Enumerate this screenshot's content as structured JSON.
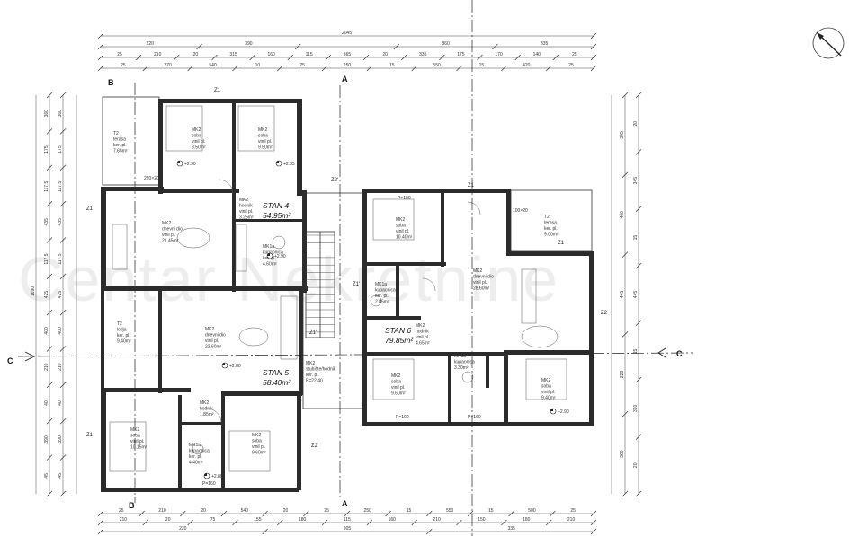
{
  "watermark": "Centar Nekretnine",
  "section_axes": {
    "a": "A",
    "b": "B",
    "c": "C"
  },
  "top_dims": {
    "overall": "2045",
    "row1": [
      "220",
      "390",
      "",
      "860",
      "335"
    ],
    "row2": [
      "25",
      "210",
      "20",
      "315",
      "160",
      "115",
      "365",
      "20",
      "335",
      "175",
      "170",
      "140",
      "25"
    ],
    "row3": [
      "25",
      "270",
      "540",
      "10",
      "25",
      "250",
      "15",
      "550",
      "15",
      "420",
      "25"
    ]
  },
  "bottom_dims": {
    "row1": [
      "25",
      "210",
      "20",
      "540",
      "20",
      "25",
      "250",
      "15",
      "550",
      "15",
      "500",
      "25"
    ],
    "row2": [
      "210",
      "20",
      "75",
      "155",
      "180",
      "115",
      "160",
      "210",
      "150",
      "180",
      "210"
    ],
    "row3": [
      "220",
      "905",
      "335"
    ]
  },
  "left_dims": {
    "row1": [
      "360",
      "175",
      "117.5",
      "435",
      "117.5",
      "425",
      "400",
      "210",
      "40",
      "390",
      "45"
    ],
    "overall": "1690"
  },
  "right_dims": {
    "row1": [
      "345",
      "400",
      "445",
      "220",
      "360"
    ],
    "row2": [
      "20",
      "345",
      "15",
      "445",
      "15",
      "360",
      "20"
    ]
  },
  "zones": [
    "Z1",
    "Z2",
    "Z2'",
    "Z1'"
  ],
  "rooms": [
    {
      "key": "t2_tl",
      "lines": [
        "T2",
        "terasa",
        "ker. pl.",
        "7.65m²"
      ]
    },
    {
      "key": "soba_tl",
      "lines": [
        "MK2",
        "soba",
        "vinil pl.",
        "8.50m²"
      ]
    },
    {
      "key": "soba_tm",
      "lines": [
        "MK2",
        "soba",
        "vinil pl.",
        "9.50m²"
      ]
    },
    {
      "key": "dnevni_4",
      "lines": [
        "MK2",
        "dnevni dio",
        "vinil pl.",
        "21.45m²"
      ]
    },
    {
      "key": "hodnik_4",
      "lines": [
        "MK2",
        "hodnik",
        "vinil pl.",
        "3.25m²"
      ]
    },
    {
      "key": "kupaonica_4",
      "lines": [
        "MK1a",
        "kupaonica",
        "ker. pl.",
        "4.60m²"
      ]
    },
    {
      "key": "lodja_5",
      "lines": [
        "T2",
        "lodja",
        "ker. pl.",
        "9.40m²"
      ]
    },
    {
      "key": "dnevni_5",
      "lines": [
        "MK2",
        "dnevni dio",
        "vinil pl.",
        "22.60m²"
      ]
    },
    {
      "key": "hodnik_5",
      "lines": [
        "MK2",
        "hodnik",
        "1.85m²"
      ]
    },
    {
      "key": "soba_bl",
      "lines": [
        "MK2",
        "soba",
        "vinil pl.",
        "10.15m²"
      ]
    },
    {
      "key": "kupaonica_5",
      "lines": [
        "MK1a",
        "kupaonica",
        "ker. pl.",
        "4.40m²"
      ]
    },
    {
      "key": "soba_bm",
      "lines": [
        "MK2",
        "soba",
        "vinil pl.",
        "9.60m²"
      ]
    },
    {
      "key": "stubiste",
      "lines": [
        "MK2",
        "stubište/hodnik",
        "ker. pl.",
        "P=22.40"
      ]
    },
    {
      "key": "soba_r1",
      "lines": [
        "MK2",
        "soba",
        "vinil pl.",
        "10.40m²"
      ]
    },
    {
      "key": "terasa_r",
      "lines": [
        "T2",
        "terasa",
        "ker. pl.",
        "9.00m²"
      ]
    },
    {
      "key": "kupaonica_6",
      "lines": [
        "MK1a",
        "kupaonica",
        "ker. pl.",
        "2.85m²"
      ]
    },
    {
      "key": "dnevni_6",
      "lines": [
        "MK2",
        "dnevni dio",
        "vinil pl.",
        "28.60m²"
      ]
    },
    {
      "key": "hodnik_6",
      "lines": [
        "MK2",
        "hodnik",
        "vinil pl.",
        "4.65m²"
      ]
    },
    {
      "key": "soba_r2",
      "lines": [
        "MK2",
        "soba",
        "vinil pl.",
        "9.60m²"
      ]
    },
    {
      "key": "kupaonica_6b",
      "lines": [
        "MK1a",
        "kupaonica",
        "3.30m²"
      ]
    },
    {
      "key": "soba_r3",
      "lines": [
        "MK2",
        "soba",
        "vinil pl.",
        "9.40m²"
      ]
    }
  ],
  "units": [
    {
      "key": "stan4",
      "name": "STAN 4",
      "area": "54.95m²"
    },
    {
      "key": "stan5",
      "name": "STAN 5",
      "area": "58.40m²"
    },
    {
      "key": "stan6",
      "name": "STAN 6",
      "area": "79.85m²"
    }
  ],
  "levels": [
    "+2.90",
    "+2.85",
    "+2.90",
    "+2.80",
    "+2.80",
    "+2.90"
  ],
  "openings": [
    "220×20",
    "P=100",
    "P=160",
    "P=100",
    "P=160",
    "100×20"
  ]
}
